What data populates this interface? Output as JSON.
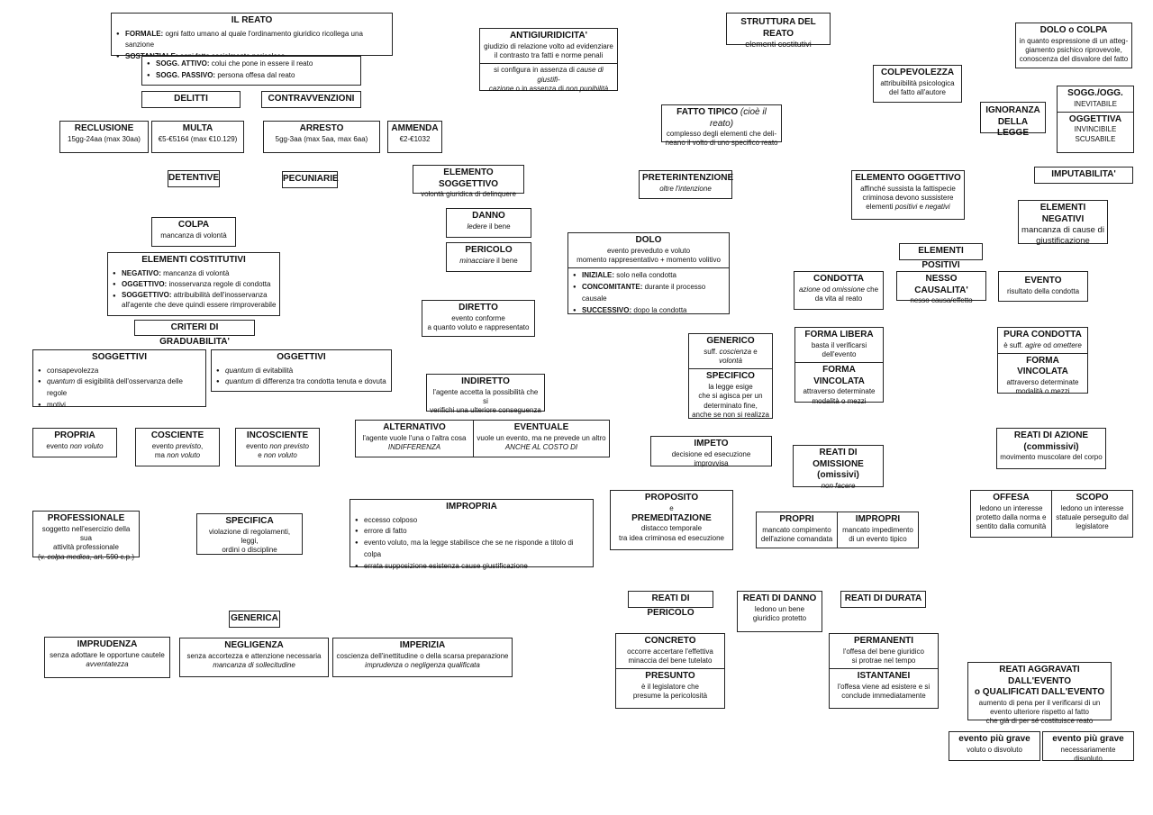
{
  "reato": {
    "title": "IL REATO",
    "b1k": "FORMALE:",
    "b1": " ogni fatto umano al quale l'ordinamento giuridico ricollega una sanzione",
    "b2k": "SOSTANZIALE:",
    "b2": " ogni fatto socialmente pericoloso"
  },
  "sogg": {
    "b1k": "SOGG. ATTIVO:",
    "b1": " colui che pone in essere il reato",
    "b2k": "SOGG. PASSIVO:",
    "b2": " persona offesa dal reato"
  },
  "delitti": "DELITTI",
  "contrav": "CONTRAVVENZIONI",
  "reclusione": {
    "t": "RECLUSIONE",
    "s": "15gg-24aa (max 30aa)"
  },
  "multa": {
    "t": "MULTA",
    "s": "€5-€5164 (max €10.129)"
  },
  "arresto": {
    "t": "ARRESTO",
    "s": "5gg-3aa (max 5aa, max 6aa)"
  },
  "ammenda": {
    "t": "AMMENDA",
    "s": "€2-€1032"
  },
  "detentive": "DETENTIVE",
  "pecuniarie": "PECUNIARIE",
  "antigiur": {
    "t": "ANTIGIURIDICITA'",
    "s1": "giudizio di relazione volto ad evidenziare",
    "s2": "il contrasto tra fatti e norme penali",
    "s3a": "si configura in assenza di ",
    "s3b": "cause di giustifi-",
    "s4a": "cazione",
    "s4b": " o in assenza di ",
    "s4c": "non punibilità"
  },
  "struttura": {
    "t": "STRUTTURA DEL REATO",
    "s": "elementi costitutivi"
  },
  "dolocolpa": {
    "t": "DOLO o COLPA",
    "s1": "in quanto espressione di un atteg-",
    "s2": "giamento psichico riprovevole,",
    "s3": "conoscenza del disvalore del fatto"
  },
  "colpevolezza": {
    "t": "COLPEVOLEZZA",
    "s1": "attribuibilità psicologica",
    "s2": "del fatto all'autore"
  },
  "ignoranza": {
    "t1": "IGNORANZA",
    "t2": "DELLA LEGGE"
  },
  "soggogg": {
    "t": "SOGG./OGG.",
    "s": "INEVITABILE",
    "t2": "OGGETTIVA",
    "s2": "INVINCIBILE",
    "s3": "SCUSABILE"
  },
  "fattotipico": {
    "ta": "FATTO TIPICO ",
    "tb": "(cioè il reato)",
    "s1": "complesso degli elementi che deli-",
    "s2": "neano il volto di uno specifico reato"
  },
  "imputabilita": "IMPUTABILITA'",
  "elsogg": {
    "t": "ELEMENTO SOGGETTIVO",
    "s": "volontà giuridica di delinquere"
  },
  "preterint": {
    "t": "PRETERINTENZIONE",
    "s": "oltre l'intenzione"
  },
  "eloggett": {
    "t": "ELEMENTO OGGETTIVO",
    "s1": "affinché sussista la fattispecie",
    "s2": "criminosa devono sussistere",
    "s3a": "elementi ",
    "s3b": "positivi",
    "s3c": " e ",
    "s3d": "negativi"
  },
  "elneg": {
    "t": "ELEMENTI NEGATIVI",
    "s1": "mancanza di cause di",
    "s2": "giustificazione"
  },
  "danno": {
    "t": "DANNO",
    "sa": "ledere",
    "sb": " il bene"
  },
  "pericolo": {
    "t": "PERICOLO",
    "sa": "minacciare",
    "sb": " il bene"
  },
  "dolo": {
    "t": "DOLO",
    "s1": "evento preveduto e voluto",
    "s2": "momento rappresentativo + momento volitivo",
    "b1k": "INIZIALE:",
    "b1": " solo nella condotta",
    "b2k": "CONCOMITANTE:",
    "b2": " durante il processo causale",
    "b3k": "SUCCESSIVO:",
    "b3": " dopo la condotta"
  },
  "elpos": "ELEMENTI POSITIVI",
  "colpa": {
    "t": "COLPA",
    "s": "mancanza di volontà"
  },
  "elcost": {
    "t": "ELEMENTI COSTITUTIVI",
    "b1k": "NEGATIVO:",
    "b1": " mancanza di volontà",
    "b2k": "OGGETTIVO:",
    "b2": " inosservanza regole di condotta",
    "b3k": "SOGGETTIVO:",
    "b3": " attribuibilità dell'inosservanza",
    "b3c": "all'agente che deve quindi essere rimproverabile"
  },
  "criteri": "CRITERI DI GRADUABILITA'",
  "condotta": {
    "t": "CONDOTTA",
    "s1a": "azione",
    "s1b": " od ",
    "s1c": "omissione",
    "s1d": " che",
    "s2": "da vita al reato"
  },
  "nesso": {
    "t": "NESSO CAUSALITA'",
    "s": "nesso causa/effetto"
  },
  "evento": {
    "t": "EVENTO",
    "s": "risultato della condotta"
  },
  "diretto": {
    "t": "DIRETTO",
    "s1": "evento conforme",
    "s2": "a quanto voluto e rappresentato"
  },
  "generico": {
    "t": "GENERICO",
    "sa": "suff. ",
    "sb": "coscienza",
    "sc": " e ",
    "sd": "volontà",
    "t2": "SPECIFICO",
    "s1": "la legge esige",
    "s2": "che si agisca per un",
    "s3": "determinato fine,",
    "s4": "anche se non si realizza"
  },
  "formalibera": {
    "t": "FORMA LIBERA",
    "s1": "basta il verificarsi",
    "s2": "dell'evento",
    "t2": "FORMA VINCOLATA",
    "s3": "attraverso determinate",
    "s4": "modalità o mezzi"
  },
  "puracond": {
    "t": "PURA CONDOTTA",
    "sa": "è suff. ",
    "sb": "agire",
    "sc": " od ",
    "sd": "omettere",
    "t2": "FORMA VINCOLATA",
    "s1": "attraverso determinate",
    "s2": "modalità o mezzi"
  },
  "soggettivi": {
    "t": "SOGGETTIVI",
    "b1": "consapevolezza",
    "b2a": "quantum",
    "b2b": " di esigibilità dell'osservanza delle regole",
    "b3": "motivi"
  },
  "oggettivi": {
    "t": "OGGETTIVI",
    "b1a": "quantum",
    "b1b": " di evitabilità",
    "b2a": "quantum",
    "b2b": " di differenza tra condotta tenuta e dovuta"
  },
  "indiretto": {
    "t": "INDIRETTO",
    "s1": "l'agente accetta la possibilità che si",
    "s2": "verifichi una ulteriore conseguenza"
  },
  "alternativo": {
    "t": "ALTERNATIVO",
    "s1": "l'agente vuole l'una o l'altra cosa",
    "s2": "INDIFFERENZA"
  },
  "eventuale": {
    "t": "EVENTUALE",
    "s1": "vuole un evento, ma ne prevede un altro",
    "s2": "ANCHE AL COSTO DI"
  },
  "impeto": {
    "t": "IMPETO",
    "s": "decisione ed esecuzione improvvisa"
  },
  "omissione": {
    "t1": "REATI DI OMISSIONE",
    "t2": "(omissivi)",
    "s": "non facere"
  },
  "azione": {
    "t1": "REATI DI AZIONE",
    "t2": "(commissivi)",
    "s": "movimento muscolare del corpo"
  },
  "propria": {
    "t": "PROPRIA",
    "sa": "evento ",
    "sb": "non voluto"
  },
  "cosciente": {
    "t": "COSCIENTE",
    "s1a": "evento ",
    "s1b": "previsto",
    "s1c": ",",
    "s2a": "ma ",
    "s2b": "non voluto"
  },
  "incosciente": {
    "t": "INCOSCIENTE",
    "s1a": "evento ",
    "s1b": "non previsto",
    "s2a": "e ",
    "s2b": "non voluto"
  },
  "proposito": {
    "t1": "PROPOSITO",
    "e": "e",
    "t2": "PREMEDITAZIONE",
    "s1": "distacco temporale",
    "s2": "tra idea criminosa ed esecuzione"
  },
  "propri": {
    "t": "PROPRI",
    "s1": "mancato compimento",
    "s2": "dell'azione comandata"
  },
  "impropri": {
    "t": "IMPROPRI",
    "s1": "mancato impedimento",
    "s2": "di un evento tipico"
  },
  "offesa": {
    "t": "OFFESA",
    "s1": "ledono un interesse",
    "s2": "protetto dalla norma e",
    "s3": "sentito dalla comunità"
  },
  "scopo": {
    "t": "SCOPO",
    "s1": "ledono un interesse",
    "s2": "statuale perseguito dal",
    "s3": "legislatore"
  },
  "professionale": {
    "t": "PROFESSIONALE",
    "s1": "soggetto nell'esercizio della sua",
    "s2": "attività professionale",
    "s3a": "(v. ",
    "s3b": "colpa medica",
    "s3c": ", art. 590 c.p.)"
  },
  "specifica": {
    "t": "SPECIFICA",
    "s1": "violazione di regolamenti, leggi,",
    "s2": "ordini o discipline"
  },
  "impropria": {
    "t": "IMPROPRIA",
    "b1": "eccesso colposo",
    "b2": "errore di fatto",
    "b3": "evento voluto, ma la legge stabilisce che se ne risponde a titolo di colpa",
    "b4": "errata supposizione esistenza cause giustificazione"
  },
  "reatipericolo": "REATI DI PERICOLO",
  "reatidanno": {
    "t": "REATI DI DANNO",
    "s1": "ledono un bene",
    "s2": "giuridico protetto"
  },
  "reatidurata": "REATI DI DURATA",
  "generica": "GENERICA",
  "imprudenza": {
    "t": "IMPRUDENZA",
    "s1": "senza adottare le opportune cautele",
    "s2": "avventatezza"
  },
  "negligenza": {
    "t": "NEGLIGENZA",
    "s1": "senza accortezza e attenzione necessaria",
    "s2": "mancanza di sollecitudine"
  },
  "imperizia": {
    "t": "IMPERIZIA",
    "s1": "coscienza dell'inettitudine o della scarsa preparazione",
    "s2": "imprudenza o negligenza qualificata"
  },
  "concreto": {
    "t": "CONCRETO",
    "s1": "occorre accertare l'effettiva",
    "s2": "minaccia del bene tutelato",
    "t2": "PRESUNTO",
    "s3": "è il legislatore che",
    "s4": "presume la pericolosità"
  },
  "permanenti": {
    "t": "PERMANENTI",
    "s1": "l'offesa del bene giuridico",
    "s2": "si protrae nel tempo",
    "t2": "ISTANTANEI",
    "s3": "l'offesa viene ad esistere e si",
    "s4": "conclude immediatamente"
  },
  "aggravati": {
    "t1": "REATI AGGRAVATI DALL'EVENTO",
    "t2": "o QUALIFICATI DALL'EVENTO",
    "s1": "aumento di pena per il verificarsi di un",
    "s2": "evento ulteriore rispetto al fatto",
    "s3": "che già di per sé costituisce reato"
  },
  "piugrave1": {
    "t": "evento più grave",
    "s": "voluto o disvoluto"
  },
  "piugrave2": {
    "t": "evento più grave",
    "s": "necessariamente disvoluto"
  }
}
